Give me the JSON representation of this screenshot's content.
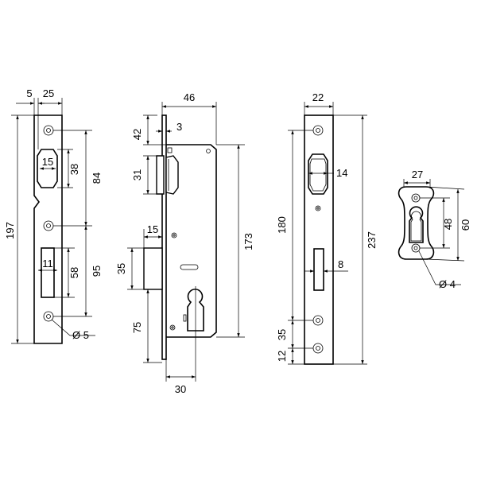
{
  "colors": {
    "line": "#000000",
    "background": "#ffffff"
  },
  "dimensions": {
    "strike_plate": {
      "offset": "5",
      "width": "25",
      "total_height": "197",
      "latch_width": "15",
      "latch_height": "38",
      "upper_span": "84",
      "bolt_width": "11",
      "bolt_height": "58",
      "lower_span": "95",
      "hole_dia": "Ø 5"
    },
    "lock_body": {
      "depth": "46",
      "top_offset": "42",
      "plate_thickness": "3",
      "latch_height": "31",
      "bolt_projection": "15",
      "bolt_height": "35",
      "body_height": "173",
      "cylinder_offset": "75",
      "backset": "30"
    },
    "faceplate": {
      "width": "22",
      "latch_width": "14",
      "screw_span": "180",
      "total_height": "237",
      "bolt_width": "8",
      "spacing": "35",
      "bottom": "12"
    },
    "escutcheon": {
      "width": "27",
      "height": "60",
      "hole_span": "48",
      "hole_dia": "Ø 4"
    }
  }
}
